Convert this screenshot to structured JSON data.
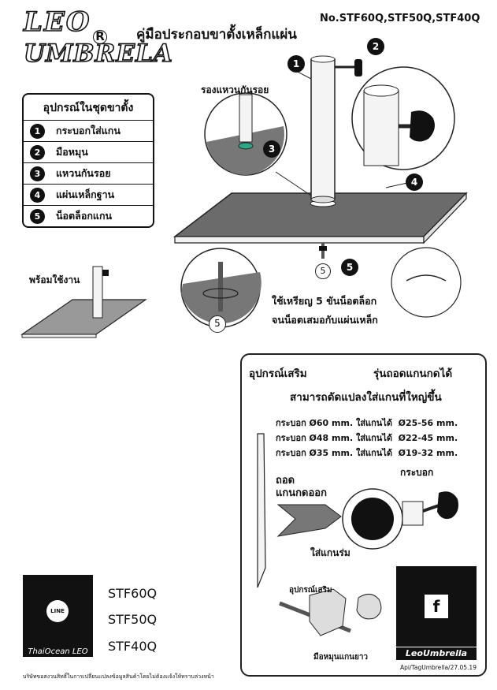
{
  "brand": {
    "line1": "LEO",
    "line2": "UMBRELA",
    "registered": "R"
  },
  "header": {
    "title": "คู่มือประกอบขาตั้งเหล็กแผ่น",
    "model": "No.STF60Q,STF50Q,STF40Q"
  },
  "kit": {
    "title": "อุปกรณ์ในชุดขาตั้ง",
    "items": [
      {
        "num": "1",
        "label": "กระบอกใส่แกน"
      },
      {
        "num": "2",
        "label": "มือหมุน"
      },
      {
        "num": "3",
        "label": "แหวนกันรอย"
      },
      {
        "num": "4",
        "label": "แผ่นเหล็กฐาน"
      },
      {
        "num": "5",
        "label": "น็อตล็อกแกน"
      }
    ]
  },
  "callouts": {
    "c1": "1",
    "c2": "2",
    "c3": "3",
    "c4": "4",
    "c5": "5",
    "marker": "5"
  },
  "labels": {
    "washer": "รองแหวนกันรอย",
    "ready": "พร้อมใช้งาน",
    "coin_line1": "ใช้เหรียญ 5 ขันน็อตล็อก",
    "coin_line2": "จนน็อตเสมอกับแผ่นเหล็ก"
  },
  "accessories": {
    "title": "อุปกรณ์เสริม",
    "subtitle": "รุ่นถอดแกนกดได้",
    "headline": "สามารถดัดแปลงใส่แกนที่ใหญ่ขึ้น",
    "specs": [
      "กระบอก Ø60 mm. ใส่แกนได้  Ø25-56 mm.",
      "กระบอก Ø48 mm. ใส่แกนได้  Ø22-45 mm.",
      "กระบอก Ø35 mm. ใส่แกนได้  Ø19-32 mm."
    ],
    "remove_line1": "ถอด",
    "remove_line2": "แกนกดออก",
    "tube": "กระบอก",
    "insert": "ใส่แกนร่ม",
    "optional": "อุปกรณ์เสริม",
    "long_knob": "มือหมุนแกนยาว"
  },
  "qr": {
    "left_caption": "ThaiOcean LEO",
    "line_badge": "LINE",
    "right_caption": "LeoUmbrella",
    "fb_badge": "f"
  },
  "models": [
    "STF60Q",
    "STF50Q",
    "STF40Q"
  ],
  "footer": {
    "disclaimer": "บริษัทขอสงวนสิทธิ์ในการเปลี่ยนแปลงข้อมูลสินค้าโดยไม่ต้องแจ้งให้ทราบล่วงหน้า",
    "doc_id": "Api/TagUmbrella/27.05.19"
  }
}
